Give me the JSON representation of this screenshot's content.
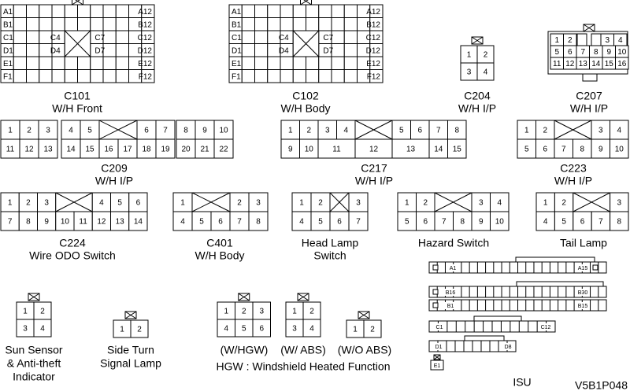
{
  "connectors": {
    "c101": {
      "code": "C101",
      "name": "W/H Front",
      "rows_left": [
        "A1",
        "B1",
        "C1",
        "D1",
        "E1",
        "F1"
      ],
      "rows_right": [
        "A12",
        "B12",
        "C12",
        "D12",
        "E12",
        "F12"
      ],
      "inner_left": [
        "C4",
        "D4"
      ],
      "inner_right": [
        "C7",
        "D7"
      ]
    },
    "c102": {
      "code": "C102",
      "name": "W/H Body",
      "rows_left": [
        "A1",
        "B1",
        "C1",
        "D1",
        "E1",
        "F1"
      ],
      "rows_right": [
        "A12",
        "B12",
        "C12",
        "D12",
        "E12",
        "F12"
      ],
      "inner_left": [
        "C4",
        "D4"
      ],
      "inner_right": [
        "C7",
        "D7"
      ]
    },
    "c204": {
      "code": "C204",
      "name": "W/H I/P",
      "row1": [
        "1",
        "2"
      ],
      "row2": [
        "3",
        "4"
      ]
    },
    "c207": {
      "code": "C207",
      "name": "W/H I/P",
      "row1": [
        "1",
        "2",
        "3",
        "4"
      ],
      "row2": [
        "5",
        "6",
        "7",
        "8",
        "9",
        "10"
      ],
      "row3": [
        "11",
        "12",
        "13",
        "14",
        "15",
        "16"
      ]
    },
    "c209": {
      "code": "C209",
      "name": "W/H I/P",
      "a_row1": [
        "1",
        "2",
        "3"
      ],
      "a_row2": [
        "11",
        "12",
        "13"
      ],
      "b_row1": [
        "4",
        "5",
        "6",
        "7"
      ],
      "b_row2": [
        "14",
        "15",
        "16",
        "17",
        "18",
        "19"
      ],
      "c_row1": [
        "8",
        "9",
        "10"
      ],
      "c_row2": [
        "20",
        "21",
        "22"
      ]
    },
    "c217": {
      "code": "C217",
      "name": "W/H I/P",
      "row1": [
        "1",
        "2",
        "3",
        "4",
        "5",
        "6",
        "7",
        "8"
      ],
      "row2": [
        "9",
        "10",
        "11",
        "12",
        "13",
        "14",
        "15"
      ]
    },
    "c223": {
      "code": "C223",
      "name": "W/H I/P",
      "row1": [
        "1",
        "2",
        "3",
        "4"
      ],
      "row2": [
        "5",
        "6",
        "7",
        "8",
        "9",
        "10"
      ]
    },
    "c224": {
      "code": "C224",
      "name": "Wire ODO Switch",
      "row1": [
        "1",
        "2",
        "3",
        "4",
        "5",
        "6"
      ],
      "row2": [
        "7",
        "8",
        "9",
        "10",
        "11",
        "12",
        "13",
        "14"
      ]
    },
    "c401": {
      "code": "C401",
      "name": "W/H Body",
      "row1": [
        "1",
        "2",
        "3"
      ],
      "row2": [
        "4",
        "5",
        "6",
        "7",
        "8"
      ]
    },
    "head_lamp": {
      "line1": "Head Lamp",
      "line2": "Switch",
      "row1": [
        "1",
        "2",
        "3"
      ],
      "row2": [
        "4",
        "5",
        "6",
        "7"
      ]
    },
    "hazard": {
      "name": "Hazard Switch",
      "row1": [
        "1",
        "2",
        "3",
        "4"
      ],
      "row2": [
        "5",
        "6",
        "7",
        "8",
        "9",
        "10"
      ]
    },
    "tail": {
      "name": "Tail Lamp",
      "row1": [
        "1",
        "2",
        "3"
      ],
      "row2": [
        "4",
        "5",
        "6",
        "7",
        "8"
      ]
    },
    "sun": {
      "line1": "Sun Sensor",
      "line2": "& Anti-theft",
      "line3": "Indicator",
      "row1": [
        "1",
        "2"
      ],
      "row2": [
        "3",
        "4"
      ]
    },
    "side_turn": {
      "line1": "Side Turn",
      "line2": "Signal Lamp",
      "row1": [
        "1",
        "2"
      ]
    },
    "hgw": {
      "label": "(W/HGW)",
      "row1": [
        "1",
        "2",
        "3"
      ],
      "row2": [
        "4",
        "5",
        "6"
      ]
    },
    "abs": {
      "label": "(W/ ABS)",
      "row1": [
        "1",
        "2"
      ],
      "row2": [
        "3",
        "4"
      ]
    },
    "no_abs": {
      "label": "(W/O ABS)",
      "row1": [
        "1",
        "2"
      ]
    },
    "isu": {
      "name": "ISU",
      "pins": [
        "A1",
        "A15",
        "B16",
        "B30",
        "B1",
        "B15",
        "C1",
        "C12",
        "D1",
        "D8",
        "E1"
      ]
    }
  },
  "footnote": "HGW : Windshield Heated Function",
  "figure_id": "V5B1P048"
}
